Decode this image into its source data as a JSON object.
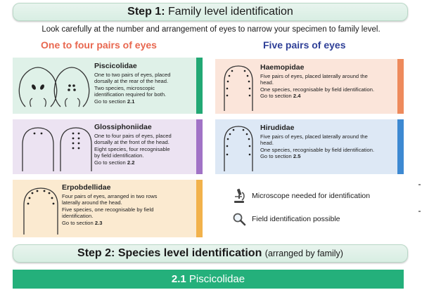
{
  "step1": {
    "label": "Step 1:",
    "title": "Family level identification"
  },
  "intro": "Look carefully at the number and arrangement of eyes to narrow your specimen to family level.",
  "columns": {
    "left": "One to four pairs of eyes",
    "right": "Five pairs of eyes"
  },
  "families": [
    {
      "name": "Piscicolidae",
      "desc": [
        "One to two pairs of eyes, placed",
        "dorsally at the rear of the head.",
        "Two species, microscopic",
        "identification required for both."
      ],
      "goto_text": "Go to section",
      "section": "2.1",
      "bg": "#dff1e8",
      "bar": "#22a874"
    },
    {
      "name": "Glossiphoniidae",
      "desc": [
        "One to four pairs of eyes, placed",
        "dorsally at the front of the head.",
        "Eight species, four recognisable",
        "by field identification."
      ],
      "goto_text": "Go to section",
      "section": "2.2",
      "bg": "#ece3f2",
      "bar": "#a173c6"
    },
    {
      "name": "Erpobdellidae",
      "desc": [
        "Four pairs of eyes, arranged in two rows",
        "laterally around the head.",
        "Five species, one recognisable by field",
        "identification."
      ],
      "goto_text": "Go to section",
      "section": "2.3",
      "bg": "#fbead0",
      "bar": "#f2b24b"
    },
    {
      "name": "Haemopidae",
      "desc": [
        "Five pairs of eyes, placed laterally around the",
        "head.",
        "One species, recognisable by field identification."
      ],
      "goto_text": "Go to section",
      "section": "2.4",
      "bg": "#fbe5da",
      "bar": "#ee8a5c"
    },
    {
      "name": "Hirudidae",
      "desc": [
        "Five pairs of eyes, placed laterally around the",
        "head.",
        "One species, recognisable by field identification."
      ],
      "goto_text": "Go to section",
      "section": "2.5",
      "bg": "#dde8f5",
      "bar": "#3d89d2"
    }
  ],
  "legend": [
    {
      "icon": "microscope-icon",
      "label": "Microscope needed for identification"
    },
    {
      "icon": "magnifier-icon",
      "label": "Field identification possible"
    }
  ],
  "step2": {
    "label": "Step 2:",
    "title": "Species level identification",
    "note": "(arranged by family)"
  },
  "section_bar": {
    "number": "2.1",
    "name": "Piscicolidae"
  },
  "colors": {
    "left_heading": "#e8674f",
    "right_heading": "#2e3f97",
    "section_bar": "#24b07b"
  }
}
